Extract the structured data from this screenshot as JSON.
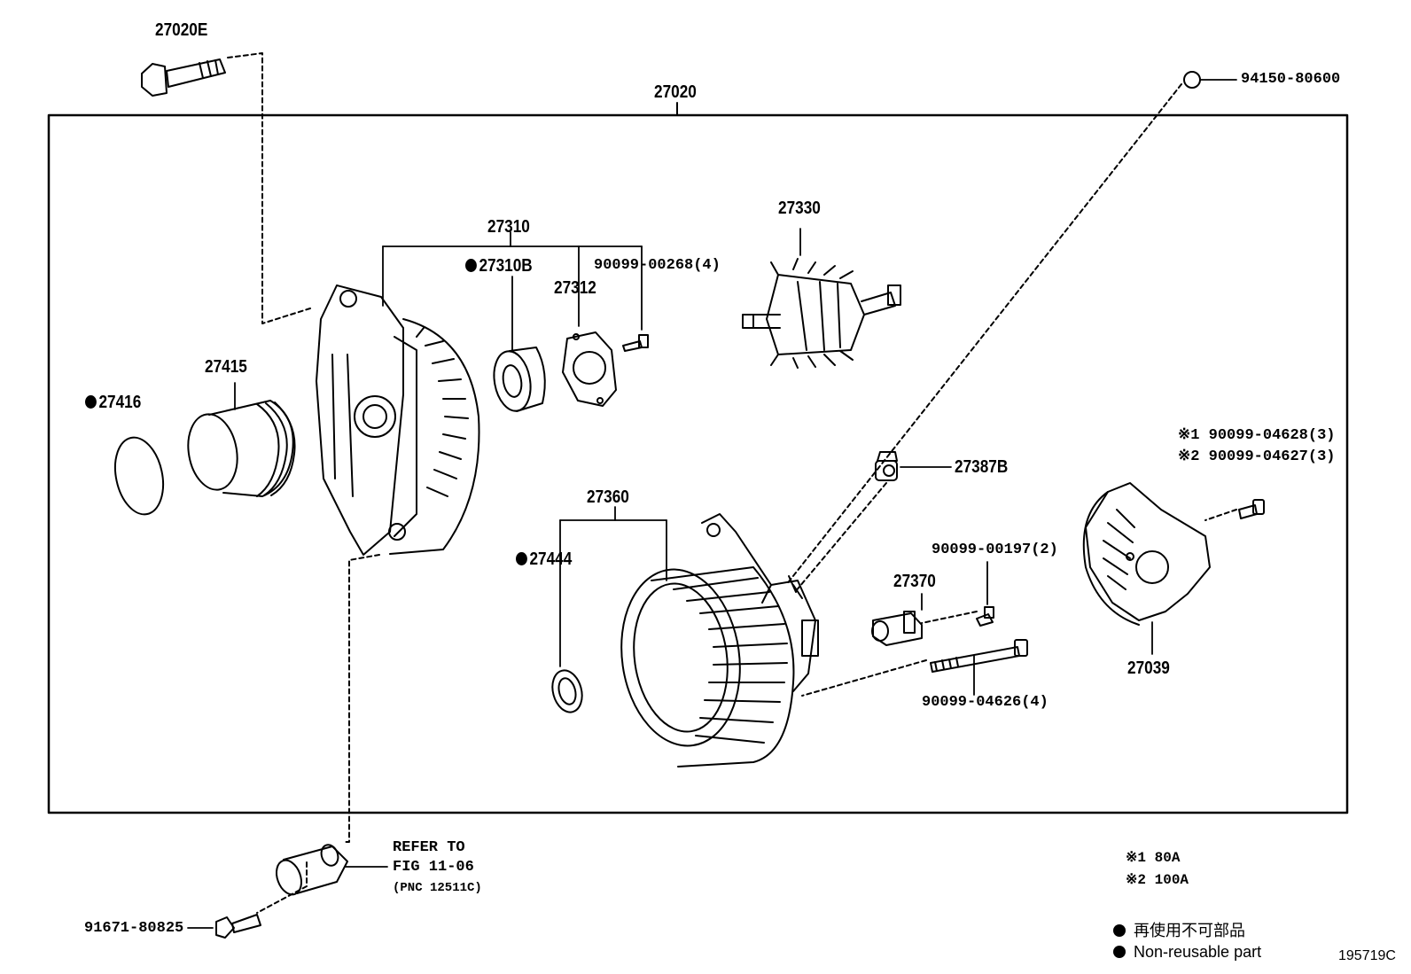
{
  "diagram": {
    "code": "195719C",
    "assembly": "27020",
    "refer": {
      "line1": "REFER TO",
      "line2": "FIG 11-06",
      "line3": "(PNC 12511C)"
    },
    "parts": {
      "p27020E": "27020E",
      "p94150": "94150-80600",
      "p27310": "27310",
      "p27310B": "27310B",
      "p90099_00268": "90099-00268(4)",
      "p27312": "27312",
      "p27330": "27330",
      "p27415": "27415",
      "p27416": "27416",
      "p27387B": "27387B",
      "p90099_04628": "90099-04628(3)",
      "p90099_04627": "90099-04627(3)",
      "p27360": "27360",
      "p27444": "27444",
      "p90099_00197": "90099-00197(2)",
      "p27370": "27370",
      "p27039": "27039",
      "p90099_04626": "90099-04626(4)",
      "p91671": "91671-80825"
    },
    "variant_marks": {
      "m1": "※1",
      "m2": "※2"
    },
    "notes": {
      "n1": "※1 80A",
      "n2": "※2 100A"
    },
    "legend": {
      "jp": "再使用不可部品",
      "en": "Non-reusable part"
    }
  }
}
